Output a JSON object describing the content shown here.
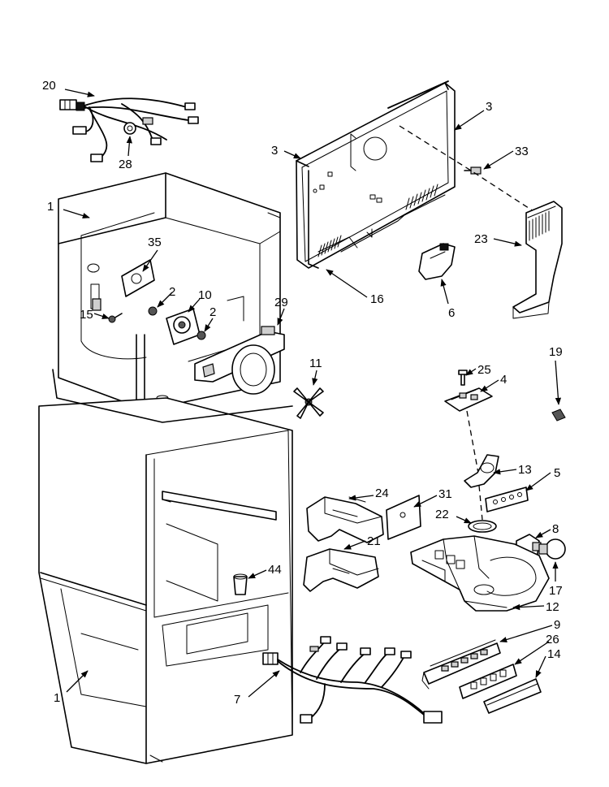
{
  "callouts": [
    {
      "id": "20",
      "label": "20"
    },
    {
      "id": "28",
      "label": "28"
    },
    {
      "id": "1a",
      "label": "1"
    },
    {
      "id": "35",
      "label": "35"
    },
    {
      "id": "2a",
      "label": "2"
    },
    {
      "id": "10",
      "label": "10"
    },
    {
      "id": "2b",
      "label": "2"
    },
    {
      "id": "29",
      "label": "29"
    },
    {
      "id": "15",
      "label": "15"
    },
    {
      "id": "11",
      "label": "11"
    },
    {
      "id": "3a",
      "label": "3"
    },
    {
      "id": "3b",
      "label": "3"
    },
    {
      "id": "33",
      "label": "33"
    },
    {
      "id": "16",
      "label": "16"
    },
    {
      "id": "23",
      "label": "23"
    },
    {
      "id": "6",
      "label": "6"
    },
    {
      "id": "19",
      "label": "19"
    },
    {
      "id": "25",
      "label": "25"
    },
    {
      "id": "4",
      "label": "4"
    },
    {
      "id": "13",
      "label": "13"
    },
    {
      "id": "5",
      "label": "5"
    },
    {
      "id": "24",
      "label": "24"
    },
    {
      "id": "31",
      "label": "31"
    },
    {
      "id": "22",
      "label": "22"
    },
    {
      "id": "8",
      "label": "8"
    },
    {
      "id": "21",
      "label": "21"
    },
    {
      "id": "17",
      "label": "17"
    },
    {
      "id": "44",
      "label": "44"
    },
    {
      "id": "12",
      "label": "12"
    },
    {
      "id": "9",
      "label": "9"
    },
    {
      "id": "26",
      "label": "26"
    },
    {
      "id": "14",
      "label": "14"
    },
    {
      "id": "1b",
      "label": "1"
    },
    {
      "id": "7",
      "label": "7"
    }
  ]
}
